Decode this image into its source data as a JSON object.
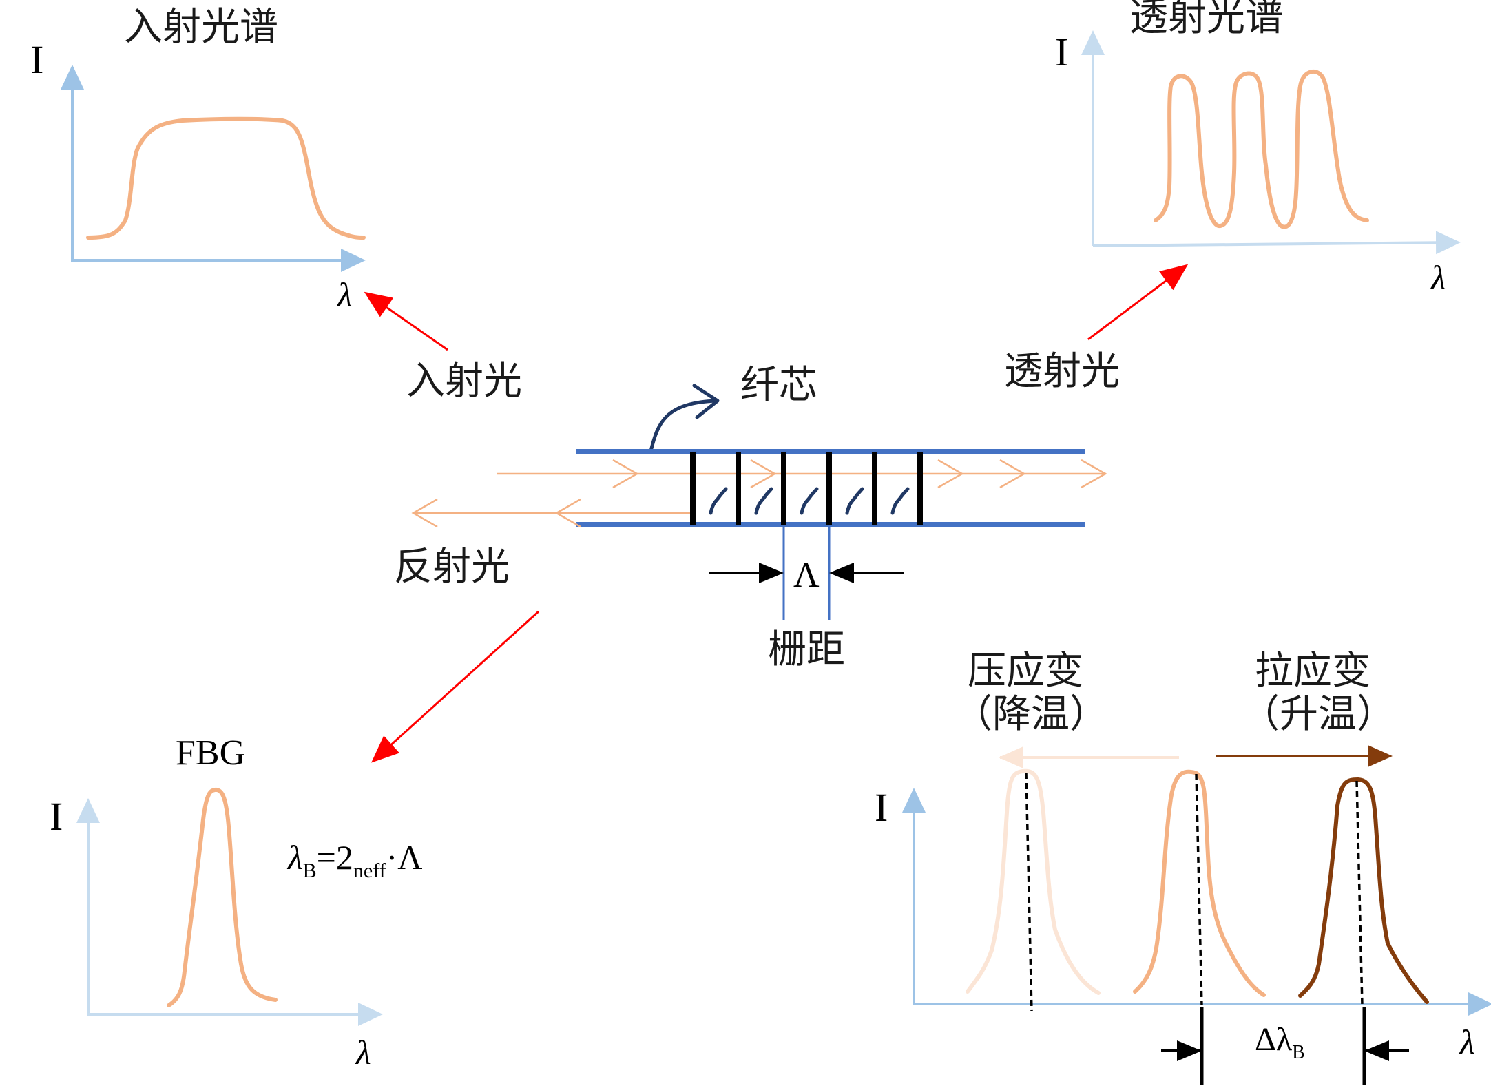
{
  "panels": {
    "incident": {
      "title": "入射光谱",
      "y_label": "I",
      "x_label": "λ"
    },
    "transmitted": {
      "title": "透射光谱",
      "y_label": "I",
      "x_label": "λ"
    },
    "fbg": {
      "title": "FBG",
      "y_label": "I",
      "x_label": "λ"
    },
    "strain": {
      "y_label": "I",
      "x_label": "λ"
    }
  },
  "labels": {
    "incident_light": "入射光",
    "transmitted_light": "透射光",
    "reflected_light": "反射光",
    "fiber_core": "纤芯",
    "grating_period_symbol": "Λ",
    "grating_period": "栅距",
    "compressive_strain": "压应变",
    "cooling": "（降温）",
    "tensile_strain": "拉应变",
    "heating": "（升温）"
  },
  "formula": {
    "lambda": "λ",
    "sub_b": "B",
    "eq": "=2",
    "sub_neff": "neff",
    "rest": "·Λ"
  },
  "shift": {
    "delta": "Δλ",
    "sub": "B"
  },
  "colors": {
    "axis": "#9dc3e6",
    "spectrum": "#f4b183",
    "fiber": "#4472c4",
    "arrow_red": "#ff0000",
    "curve_light": "#fbe5d6",
    "curve_dark": "#843c0c",
    "core_arrow": "#203864"
  }
}
